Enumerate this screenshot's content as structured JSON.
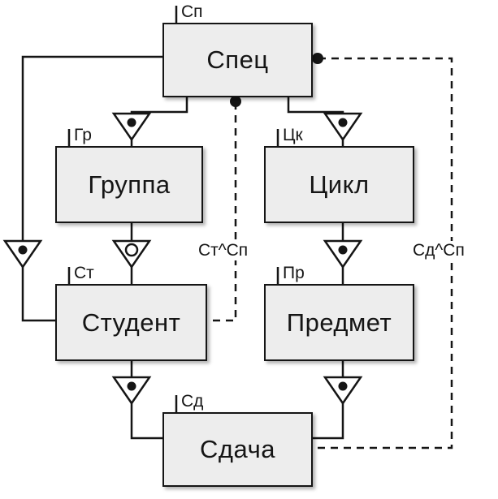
{
  "diagram": {
    "entities": [
      {
        "id": "spec",
        "tag": "Сп",
        "label": "Спец"
      },
      {
        "id": "gruppa",
        "tag": "Гр",
        "label": "Группа"
      },
      {
        "id": "tsikl",
        "tag": "Цк",
        "label": "Цикл"
      },
      {
        "id": "student",
        "tag": "Ст",
        "label": "Студент"
      },
      {
        "id": "predmet",
        "tag": "Пр",
        "label": "Предмет"
      },
      {
        "id": "sdacha",
        "tag": "Сд",
        "label": "Сдача"
      }
    ],
    "edge_labels": [
      {
        "id": "st-sp",
        "text": "Ст^Сп"
      },
      {
        "id": "sd-sp",
        "text": "Сд^Сп"
      }
    ],
    "connections": [
      {
        "from": "Спец",
        "to": "Группа",
        "marker": "triangle-dot",
        "style": "solid"
      },
      {
        "from": "Спец",
        "to": "Цикл",
        "marker": "triangle-dot",
        "style": "solid"
      },
      {
        "from": "Спец",
        "to": "Студент",
        "marker": "triangle-dot",
        "style": "solid"
      },
      {
        "from": "Группа",
        "to": "Студент",
        "marker": "triangle-circle",
        "style": "solid"
      },
      {
        "from": "Цикл",
        "to": "Предмет",
        "marker": "triangle-dot",
        "style": "solid"
      },
      {
        "from": "Студент",
        "to": "Сдача",
        "marker": "triangle-dot",
        "style": "solid"
      },
      {
        "from": "Предмет",
        "to": "Сдача",
        "marker": "triangle-dot",
        "style": "solid"
      },
      {
        "from": "Спец",
        "to": "Студент",
        "label": "Ст^Сп",
        "style": "dashed"
      },
      {
        "from": "Спец",
        "to": "Сдача",
        "label": "Сд^Сп",
        "style": "dashed"
      }
    ],
    "colors": {
      "box_fill": "#ededed",
      "line": "#151515",
      "background": "#ffffff"
    }
  }
}
